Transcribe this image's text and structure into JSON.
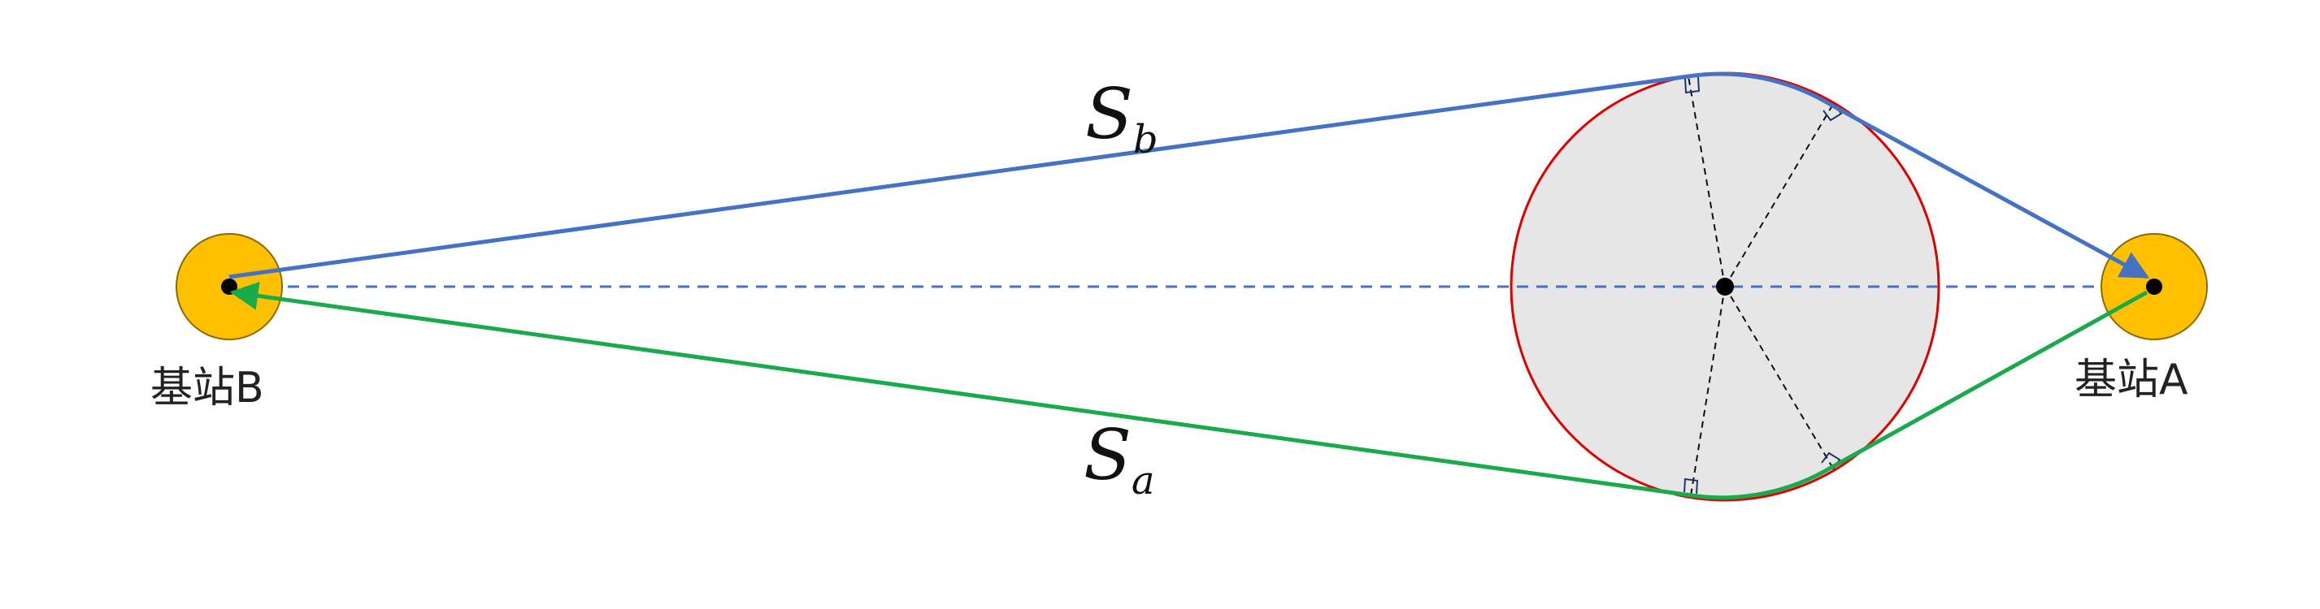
{
  "stations": {
    "a": {
      "label": "基站A",
      "color": "#FFC000",
      "outline": "#8C6A00"
    },
    "b": {
      "label": "基站B",
      "color": "#FFC000",
      "outline": "#8C6A00"
    }
  },
  "paths": {
    "sb": {
      "symbol": "S",
      "subscript": "b",
      "color": "#4472C4"
    },
    "sa": {
      "symbol": "S",
      "subscript": "a",
      "color": "#19AA4B"
    }
  },
  "obstacle": {
    "fill": "#E7E6E6",
    "stroke": "#E00000"
  },
  "baseline": {
    "color": "#4472C4"
  },
  "radii": {
    "color": "#111111"
  }
}
